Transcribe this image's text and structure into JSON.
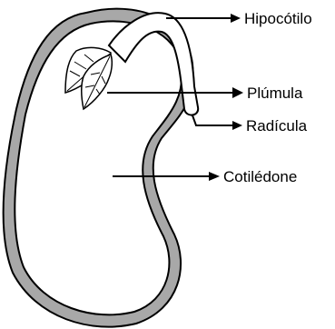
{
  "diagram": {
    "labels": {
      "hypocotyl": "Hipocótilo",
      "plumule": "Plúmula",
      "radicle": "Radícula",
      "cotyledon": "Cotilédone"
    },
    "colors": {
      "seed_coat": "#a8a8a8",
      "outline": "#000000",
      "background": "#ffffff"
    }
  }
}
